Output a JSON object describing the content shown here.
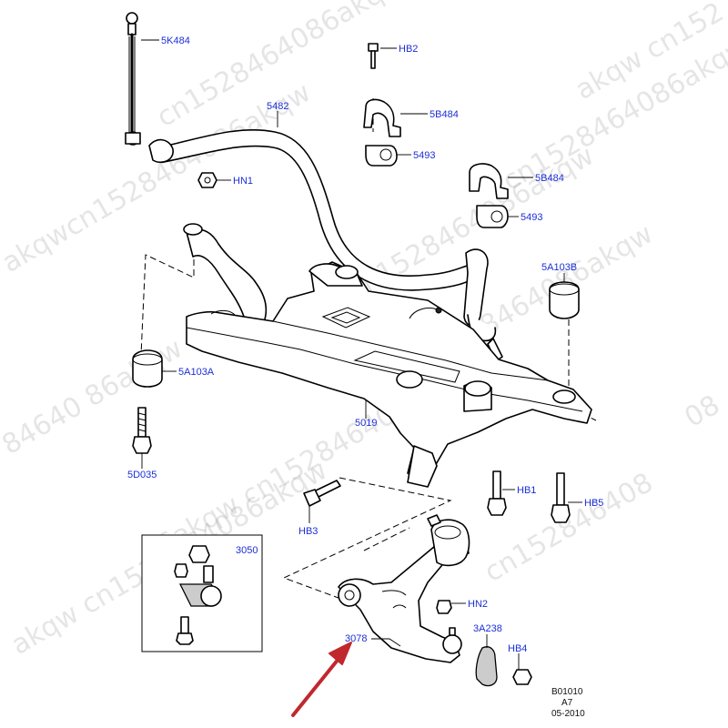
{
  "labels": {
    "l_5K484": "5K484",
    "l_5482": "5482",
    "l_HN1": "HN1",
    "l_HB2": "HB2",
    "l_5B484a": "5B484",
    "l_5493a": "5493",
    "l_5B484b": "5B484",
    "l_5493b": "5493",
    "l_5A103B": "5A103B",
    "l_5A103A": "5A103A",
    "l_5019": "5019",
    "l_5D035": "5D035",
    "l_HB1": "HB1",
    "l_HB5": "HB5",
    "l_HB3": "HB3",
    "l_3050": "3050",
    "l_HN2": "HN2",
    "l_3A238": "3A238",
    "l_HB4": "HB4",
    "l_3078": "3078"
  },
  "code_block": {
    "line1": "B01010",
    "line2": "A7",
    "line3": "05-2010"
  },
  "watermark": [
    "cn1528464086akqw",
    "cn1528464086akqw",
    "cn1528464086akqw",
    "akqwcn1528464086akqw",
    "akqw cn152",
    "84640 86akqw",
    "0 cn1528464086akqw",
    "6akqw cn1528464086akqw",
    "cn152846408",
    "akqw cn1528464086akqw",
    "08"
  ],
  "colors": {
    "callout_text": "#1c2fd6",
    "arrow": "#c0282d"
  }
}
